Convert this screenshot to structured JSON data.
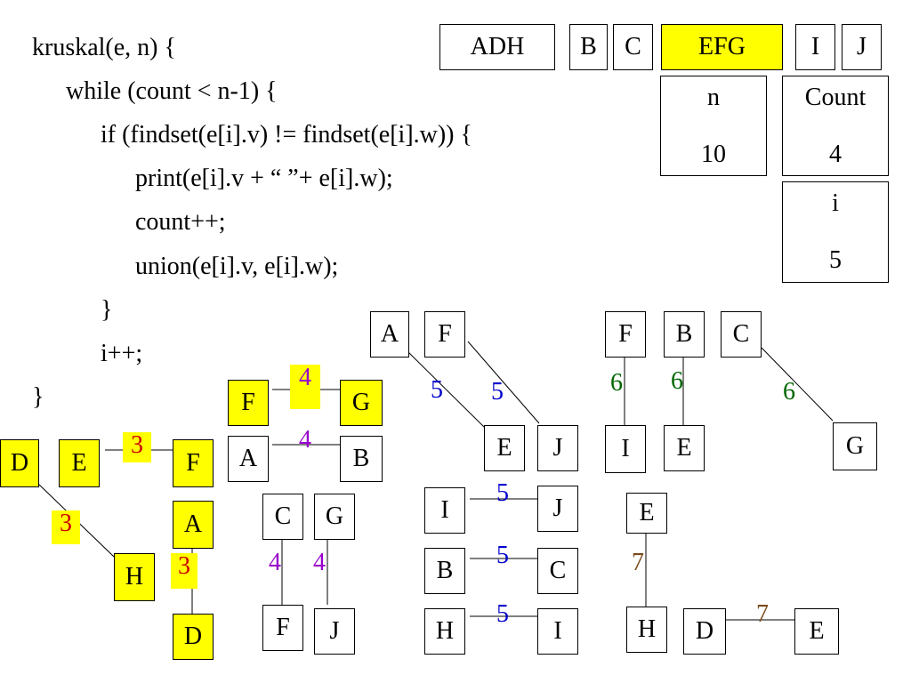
{
  "code": [
    "kruskal(e, n) {",
    "while (count < n-1) {",
    "if (findset(e[i].v) != findset(e[i].w)) {",
    "print(e[i].v + “ ”+ e[i].w);",
    "count++;",
    "union(e[i].v, e[i].w);",
    "}",
    "i++;",
    "}"
  ],
  "sets": [
    "ADH",
    "B",
    "C",
    "EFG",
    "I",
    "J"
  ],
  "variables": {
    "n": {
      "name": "n",
      "value": "10"
    },
    "count": {
      "name": "Count",
      "value": "4"
    },
    "i": {
      "name": "i",
      "value": "5"
    }
  },
  "nodes": {
    "n1": "D",
    "n2": "E",
    "n3": "F",
    "n4": "H",
    "n5": "A",
    "n6": "D",
    "n7": "F",
    "n8": "G",
    "n9": "A",
    "n10": "B",
    "n11": "C",
    "n12": "G",
    "n13": "F",
    "n14": "J",
    "n15": "A",
    "n16": "F",
    "n17": "E",
    "n18": "J",
    "n19": "I",
    "n20": "J",
    "n21": "B",
    "n22": "C",
    "n23": "H",
    "n24": "I",
    "n25": "F",
    "n26": "B",
    "n27": "C",
    "n28": "I",
    "n29": "E",
    "n30": "G",
    "n31": "E",
    "n32": "H",
    "n33": "D",
    "n34": "E"
  },
  "weights": {
    "w1": "3",
    "w2": "3",
    "w3": "3",
    "w4": "4",
    "w5": "4",
    "w6": "4",
    "w7": "4",
    "w8": "5",
    "w9": "5",
    "w10": "5",
    "w11": "5",
    "w12": "5",
    "w13": "6",
    "w14": "6",
    "w15": "6",
    "w16": "7",
    "w17": "7"
  },
  "colors": {
    "highlight": "#ffff00",
    "weight_3": "#cc0000",
    "weight_4": "#9900cc",
    "weight_5": "#0000cc",
    "weight_6": "#006600",
    "weight_7": "#7a4a1a"
  }
}
